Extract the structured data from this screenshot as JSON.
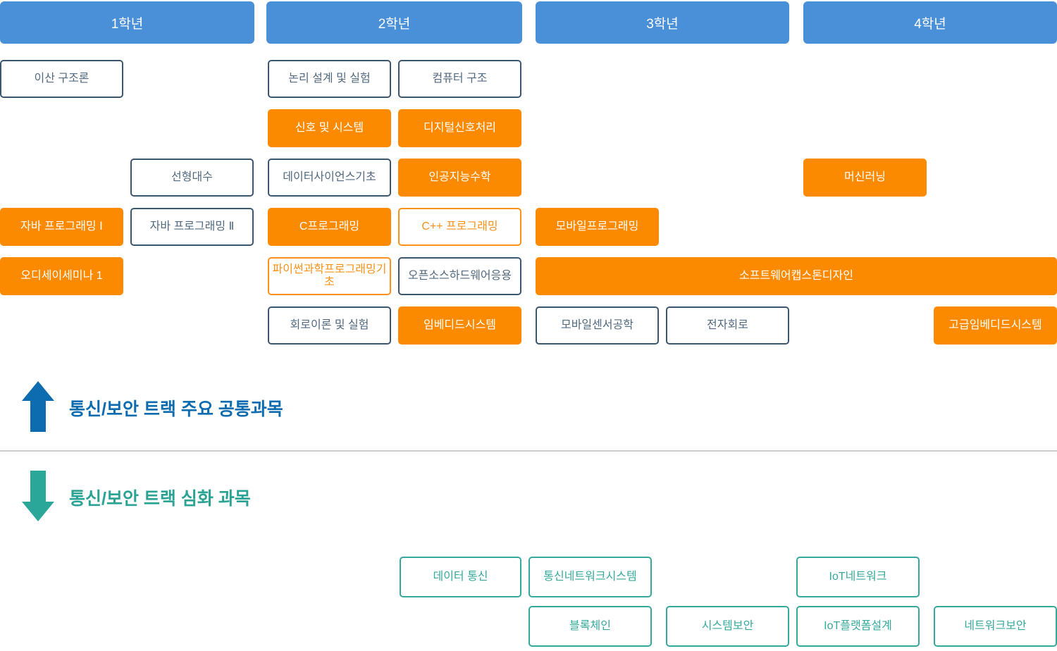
{
  "year_headers": [
    {
      "label": "1학년"
    },
    {
      "label": "2학년"
    },
    {
      "label": "3학년"
    },
    {
      "label": "4학년"
    }
  ],
  "courses": [
    {
      "label": "이산 구조론",
      "variant": "common-white"
    },
    {
      "label": "논리 설계 및 실험",
      "variant": "common-white"
    },
    {
      "label": "컴퓨터 구조",
      "variant": "common-white"
    },
    {
      "label": "신호 및 시스템",
      "variant": "track-orange"
    },
    {
      "label": "디지털신호처리",
      "variant": "track-orange"
    },
    {
      "label": "선형대수",
      "variant": "common-white"
    },
    {
      "label": "데이터사이언스기초",
      "variant": "common-white"
    },
    {
      "label": "인공지능수학",
      "variant": "track-orange"
    },
    {
      "label": "머신러닝",
      "variant": "track-orange"
    },
    {
      "label": "자바 프로그래밍 Ⅰ",
      "variant": "track-orange"
    },
    {
      "label": "자바 프로그래밍 Ⅱ",
      "variant": "common-white"
    },
    {
      "label": "C프로그래밍",
      "variant": "track-orange"
    },
    {
      "label": "C++ 프로그래밍",
      "variant": "orange-outline"
    },
    {
      "label": "모바일프로그래밍",
      "variant": "track-orange"
    },
    {
      "label": "오디세이세미나 1",
      "variant": "track-orange"
    },
    {
      "label": "파이썬과학프로그래밍기초",
      "variant": "orange-outline"
    },
    {
      "label": "오픈소스하드웨어응용",
      "variant": "common-white"
    },
    {
      "label": "소프트웨어캡스톤디자인",
      "variant": "track-orange"
    },
    {
      "label": "회로이론 및 실험",
      "variant": "common-white"
    },
    {
      "label": "임베디드시스템",
      "variant": "track-orange"
    },
    {
      "label": "모바일센서공학",
      "variant": "common-white"
    },
    {
      "label": "전자회로",
      "variant": "common-white"
    },
    {
      "label": "고급임베디드시스템",
      "variant": "track-orange"
    },
    {
      "label": "데이터 통신",
      "variant": "advanced-teal"
    },
    {
      "label": "통신네트워크시스템",
      "variant": "advanced-teal"
    },
    {
      "label": "IoT네트워크",
      "variant": "advanced-teal"
    },
    {
      "label": "블록체인",
      "variant": "advanced-teal"
    },
    {
      "label": "시스템보안",
      "variant": "advanced-teal"
    },
    {
      "label": "IoT플랫폼설계",
      "variant": "advanced-teal"
    },
    {
      "label": "네트워크보안",
      "variant": "advanced-teal"
    }
  ],
  "legend": {
    "common_track": {
      "label": "통신/보안 트랙 주요 공통과목",
      "arrow": "up-arrow"
    },
    "advanced_track": {
      "label": "통신/보안 트랙 심화 과목",
      "arrow": "down-arrow"
    }
  },
  "colors": {
    "header_blue": "#4a90d9",
    "orange": "#fc8a00",
    "orange_outline": "#fc9117",
    "navy_border": "#3d566f",
    "navy_text": "#51697f",
    "teal": "#35a99c",
    "title_blue": "#0d6bb0",
    "title_teal": "#2aa394",
    "divider_gray": "#cccccc"
  }
}
